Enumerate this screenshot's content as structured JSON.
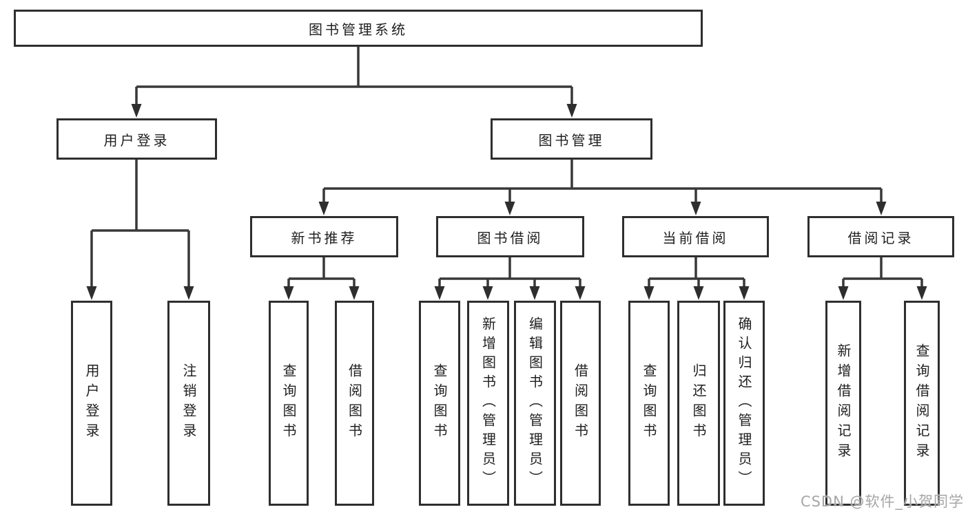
{
  "tree": {
    "label": "图书管理系统",
    "children": [
      {
        "label": "用户登录",
        "children": [
          {
            "label": "用户登录"
          },
          {
            "label": "注销登录"
          }
        ]
      },
      {
        "label": "图书管理",
        "children": [
          {
            "label": "新书推荐",
            "children": [
              {
                "label": "查询图书"
              },
              {
                "label": "借阅图书"
              }
            ]
          },
          {
            "label": "图书借阅",
            "children": [
              {
                "label": "查询图书"
              },
              {
                "label": "新增图书（管理员）"
              },
              {
                "label": "编辑图书（管理员）"
              },
              {
                "label": "借阅图书"
              }
            ]
          },
          {
            "label": "当前借阅",
            "children": [
              {
                "label": "查询图书"
              },
              {
                "label": "归还图书"
              },
              {
                "label": "确认归还（管理员）"
              }
            ]
          },
          {
            "label": "借阅记录",
            "children": [
              {
                "label": "新增借阅记录"
              },
              {
                "label": "查询借阅记录"
              }
            ]
          }
        ]
      }
    ]
  },
  "watermark": "CSDN @软件_小贺同学",
  "colors": {
    "line": "#383838",
    "border": "#2e2e2e",
    "text": "#1f1f1f",
    "watermark": "#a6a6a6",
    "background": "#ffffff"
  }
}
